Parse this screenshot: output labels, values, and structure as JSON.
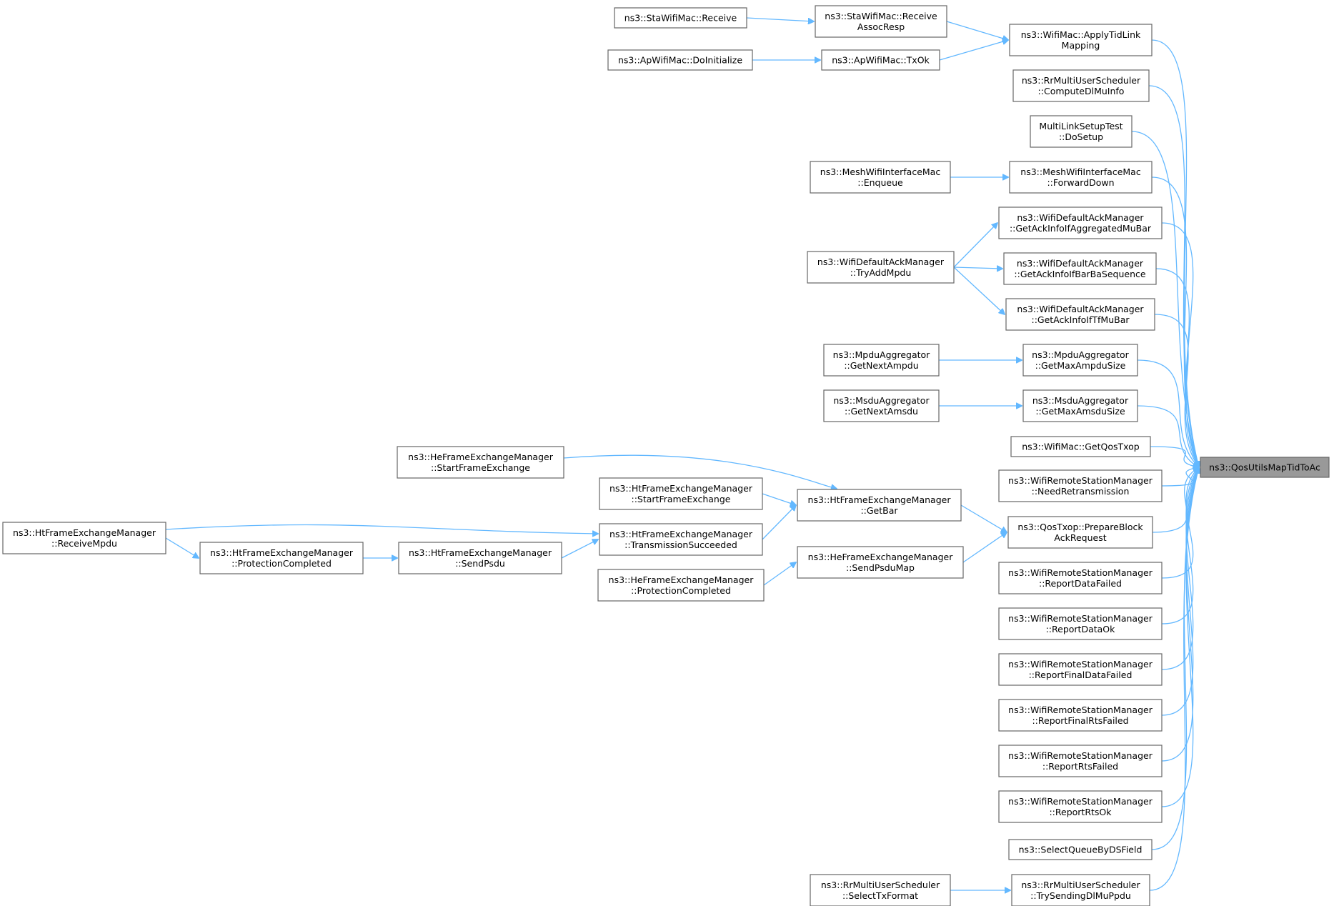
{
  "diagram": {
    "type": "call-graph",
    "colors": {
      "edge": "#63b8ff",
      "node_border": "#666666",
      "target_fill": "#999999"
    },
    "nodes": [
      {
        "id": "target",
        "lines": [
          "ns3::QosUtilsMapTidToAc"
        ],
        "highlight": true
      },
      {
        "id": "applyTid",
        "lines": [
          "ns3::WifiMac::ApplyTidLink",
          "Mapping"
        ]
      },
      {
        "id": "computeDl",
        "lines": [
          "ns3::RrMultiUserScheduler",
          "::ComputeDlMuInfo"
        ]
      },
      {
        "id": "mlsDoSetup",
        "lines": [
          "MultiLinkSetupTest",
          "::DoSetup"
        ]
      },
      {
        "id": "forwardDown",
        "lines": [
          "ns3::MeshWifiInterfaceMac",
          "::ForwardDown"
        ]
      },
      {
        "id": "ackAggMuBar",
        "lines": [
          "ns3::WifiDefaultAckManager",
          "::GetAckInfoIfAggregatedMuBar"
        ]
      },
      {
        "id": "ackBarBaSeq",
        "lines": [
          "ns3::WifiDefaultAckManager",
          "::GetAckInfoIfBarBaSequence"
        ]
      },
      {
        "id": "ackTfMuBar",
        "lines": [
          "ns3::WifiDefaultAckManager",
          "::GetAckInfoIfTfMuBar"
        ]
      },
      {
        "id": "maxAmpdu",
        "lines": [
          "ns3::MpduAggregator",
          "::GetMaxAmpduSize"
        ]
      },
      {
        "id": "maxAmsdu",
        "lines": [
          "ns3::MsduAggregator",
          "::GetMaxAmsduSize"
        ]
      },
      {
        "id": "getQosTxop",
        "lines": [
          "ns3::WifiMac::GetQosTxop"
        ]
      },
      {
        "id": "needRetrans",
        "lines": [
          "ns3::WifiRemoteStationManager",
          "::NeedRetransmission"
        ]
      },
      {
        "id": "prepareBar",
        "lines": [
          "ns3::QosTxop::PrepareBlock",
          "AckRequest"
        ]
      },
      {
        "id": "rDataFailed",
        "lines": [
          "ns3::WifiRemoteStationManager",
          "::ReportDataFailed"
        ]
      },
      {
        "id": "rDataOk",
        "lines": [
          "ns3::WifiRemoteStationManager",
          "::ReportDataOk"
        ]
      },
      {
        "id": "rFinalDataFailed",
        "lines": [
          "ns3::WifiRemoteStationManager",
          "::ReportFinalDataFailed"
        ]
      },
      {
        "id": "rFinalRtsFailed",
        "lines": [
          "ns3::WifiRemoteStationManager",
          "::ReportFinalRtsFailed"
        ]
      },
      {
        "id": "rRtsFailed",
        "lines": [
          "ns3::WifiRemoteStationManager",
          "::ReportRtsFailed"
        ]
      },
      {
        "id": "rRtsOk",
        "lines": [
          "ns3::WifiRemoteStationManager",
          "::ReportRtsOk"
        ]
      },
      {
        "id": "selectQueue",
        "lines": [
          "ns3::SelectQueueByDSField"
        ]
      },
      {
        "id": "trySendingDl",
        "lines": [
          "ns3::RrMultiUserScheduler",
          "::TrySendingDlMuPpdu"
        ]
      },
      {
        "id": "staRecvAssoc",
        "lines": [
          "ns3::StaWifiMac::Receive",
          "AssocResp"
        ]
      },
      {
        "id": "apTxOk",
        "lines": [
          "ns3::ApWifiMac::TxOk"
        ]
      },
      {
        "id": "meshEnqueue",
        "lines": [
          "ns3::MeshWifiInterfaceMac",
          "::Enqueue"
        ]
      },
      {
        "id": "tryAddMpdu",
        "lines": [
          "ns3::WifiDefaultAckManager",
          "::TryAddMpdu"
        ]
      },
      {
        "id": "nextAmpdu",
        "lines": [
          "ns3::MpduAggregator",
          "::GetNextAmpdu"
        ]
      },
      {
        "id": "nextAmsdu",
        "lines": [
          "ns3::MsduAggregator",
          "::GetNextAmsdu"
        ]
      },
      {
        "id": "getBar",
        "lines": [
          "ns3::HtFrameExchangeManager",
          "::GetBar"
        ]
      },
      {
        "id": "sendPsduMap",
        "lines": [
          "ns3::HeFrameExchangeManager",
          "::SendPsduMap"
        ]
      },
      {
        "id": "selectTxFormat",
        "lines": [
          "ns3::RrMultiUserScheduler",
          "::SelectTxFormat"
        ]
      },
      {
        "id": "staRecv",
        "lines": [
          "ns3::StaWifiMac::Receive"
        ]
      },
      {
        "id": "apDoInit",
        "lines": [
          "ns3::ApWifiMac::DoInitialize"
        ]
      },
      {
        "id": "htStartFE",
        "lines": [
          "ns3::HtFrameExchangeManager",
          "::StartFrameExchange"
        ]
      },
      {
        "id": "htTransSucc",
        "lines": [
          "ns3::HtFrameExchangeManager",
          "::TransmissionSucceeded"
        ]
      },
      {
        "id": "heProtComp",
        "lines": [
          "ns3::HeFrameExchangeManager",
          "::ProtectionCompleted"
        ]
      },
      {
        "id": "heStartFE",
        "lines": [
          "ns3::HeFrameExchangeManager",
          "::StartFrameExchange"
        ]
      },
      {
        "id": "htSendPsdu",
        "lines": [
          "ns3::HtFrameExchangeManager",
          "::SendPsdu"
        ]
      },
      {
        "id": "htProtComp",
        "lines": [
          "ns3::HtFrameExchangeManager",
          "::ProtectionCompleted"
        ]
      },
      {
        "id": "htRecvMpdu",
        "lines": [
          "ns3::HtFrameExchangeManager",
          "::ReceiveMpdu"
        ]
      }
    ],
    "edges": [
      {
        "from": "applyTid",
        "to": "target"
      },
      {
        "from": "computeDl",
        "to": "target"
      },
      {
        "from": "mlsDoSetup",
        "to": "target"
      },
      {
        "from": "forwardDown",
        "to": "target"
      },
      {
        "from": "ackAggMuBar",
        "to": "target"
      },
      {
        "from": "ackBarBaSeq",
        "to": "target"
      },
      {
        "from": "ackTfMuBar",
        "to": "target"
      },
      {
        "from": "maxAmpdu",
        "to": "target"
      },
      {
        "from": "maxAmsdu",
        "to": "target"
      },
      {
        "from": "getQosTxop",
        "to": "target"
      },
      {
        "from": "needRetrans",
        "to": "target"
      },
      {
        "from": "prepareBar",
        "to": "target"
      },
      {
        "from": "rDataFailed",
        "to": "target"
      },
      {
        "from": "rDataOk",
        "to": "target"
      },
      {
        "from": "rFinalDataFailed",
        "to": "target"
      },
      {
        "from": "rFinalRtsFailed",
        "to": "target"
      },
      {
        "from": "rRtsFailed",
        "to": "target"
      },
      {
        "from": "rRtsOk",
        "to": "target"
      },
      {
        "from": "selectQueue",
        "to": "target"
      },
      {
        "from": "trySendingDl",
        "to": "target"
      },
      {
        "from": "staRecvAssoc",
        "to": "applyTid"
      },
      {
        "from": "apTxOk",
        "to": "applyTid"
      },
      {
        "from": "meshEnqueue",
        "to": "forwardDown"
      },
      {
        "from": "tryAddMpdu",
        "to": "ackAggMuBar"
      },
      {
        "from": "tryAddMpdu",
        "to": "ackBarBaSeq"
      },
      {
        "from": "tryAddMpdu",
        "to": "ackTfMuBar"
      },
      {
        "from": "nextAmpdu",
        "to": "maxAmpdu"
      },
      {
        "from": "nextAmsdu",
        "to": "maxAmsdu"
      },
      {
        "from": "getBar",
        "to": "prepareBar"
      },
      {
        "from": "sendPsduMap",
        "to": "prepareBar"
      },
      {
        "from": "selectTxFormat",
        "to": "trySendingDl"
      },
      {
        "from": "staRecv",
        "to": "staRecvAssoc"
      },
      {
        "from": "apDoInit",
        "to": "apTxOk"
      },
      {
        "from": "heStartFE",
        "to": "getBar"
      },
      {
        "from": "htStartFE",
        "to": "getBar"
      },
      {
        "from": "htTransSucc",
        "to": "getBar"
      },
      {
        "from": "heProtComp",
        "to": "sendPsduMap"
      },
      {
        "from": "htRecvMpdu",
        "to": "htTransSucc"
      },
      {
        "from": "htSendPsdu",
        "to": "htTransSucc"
      },
      {
        "from": "htProtComp",
        "to": "htSendPsdu"
      },
      {
        "from": "htRecvMpdu",
        "to": "htProtComp"
      }
    ]
  }
}
